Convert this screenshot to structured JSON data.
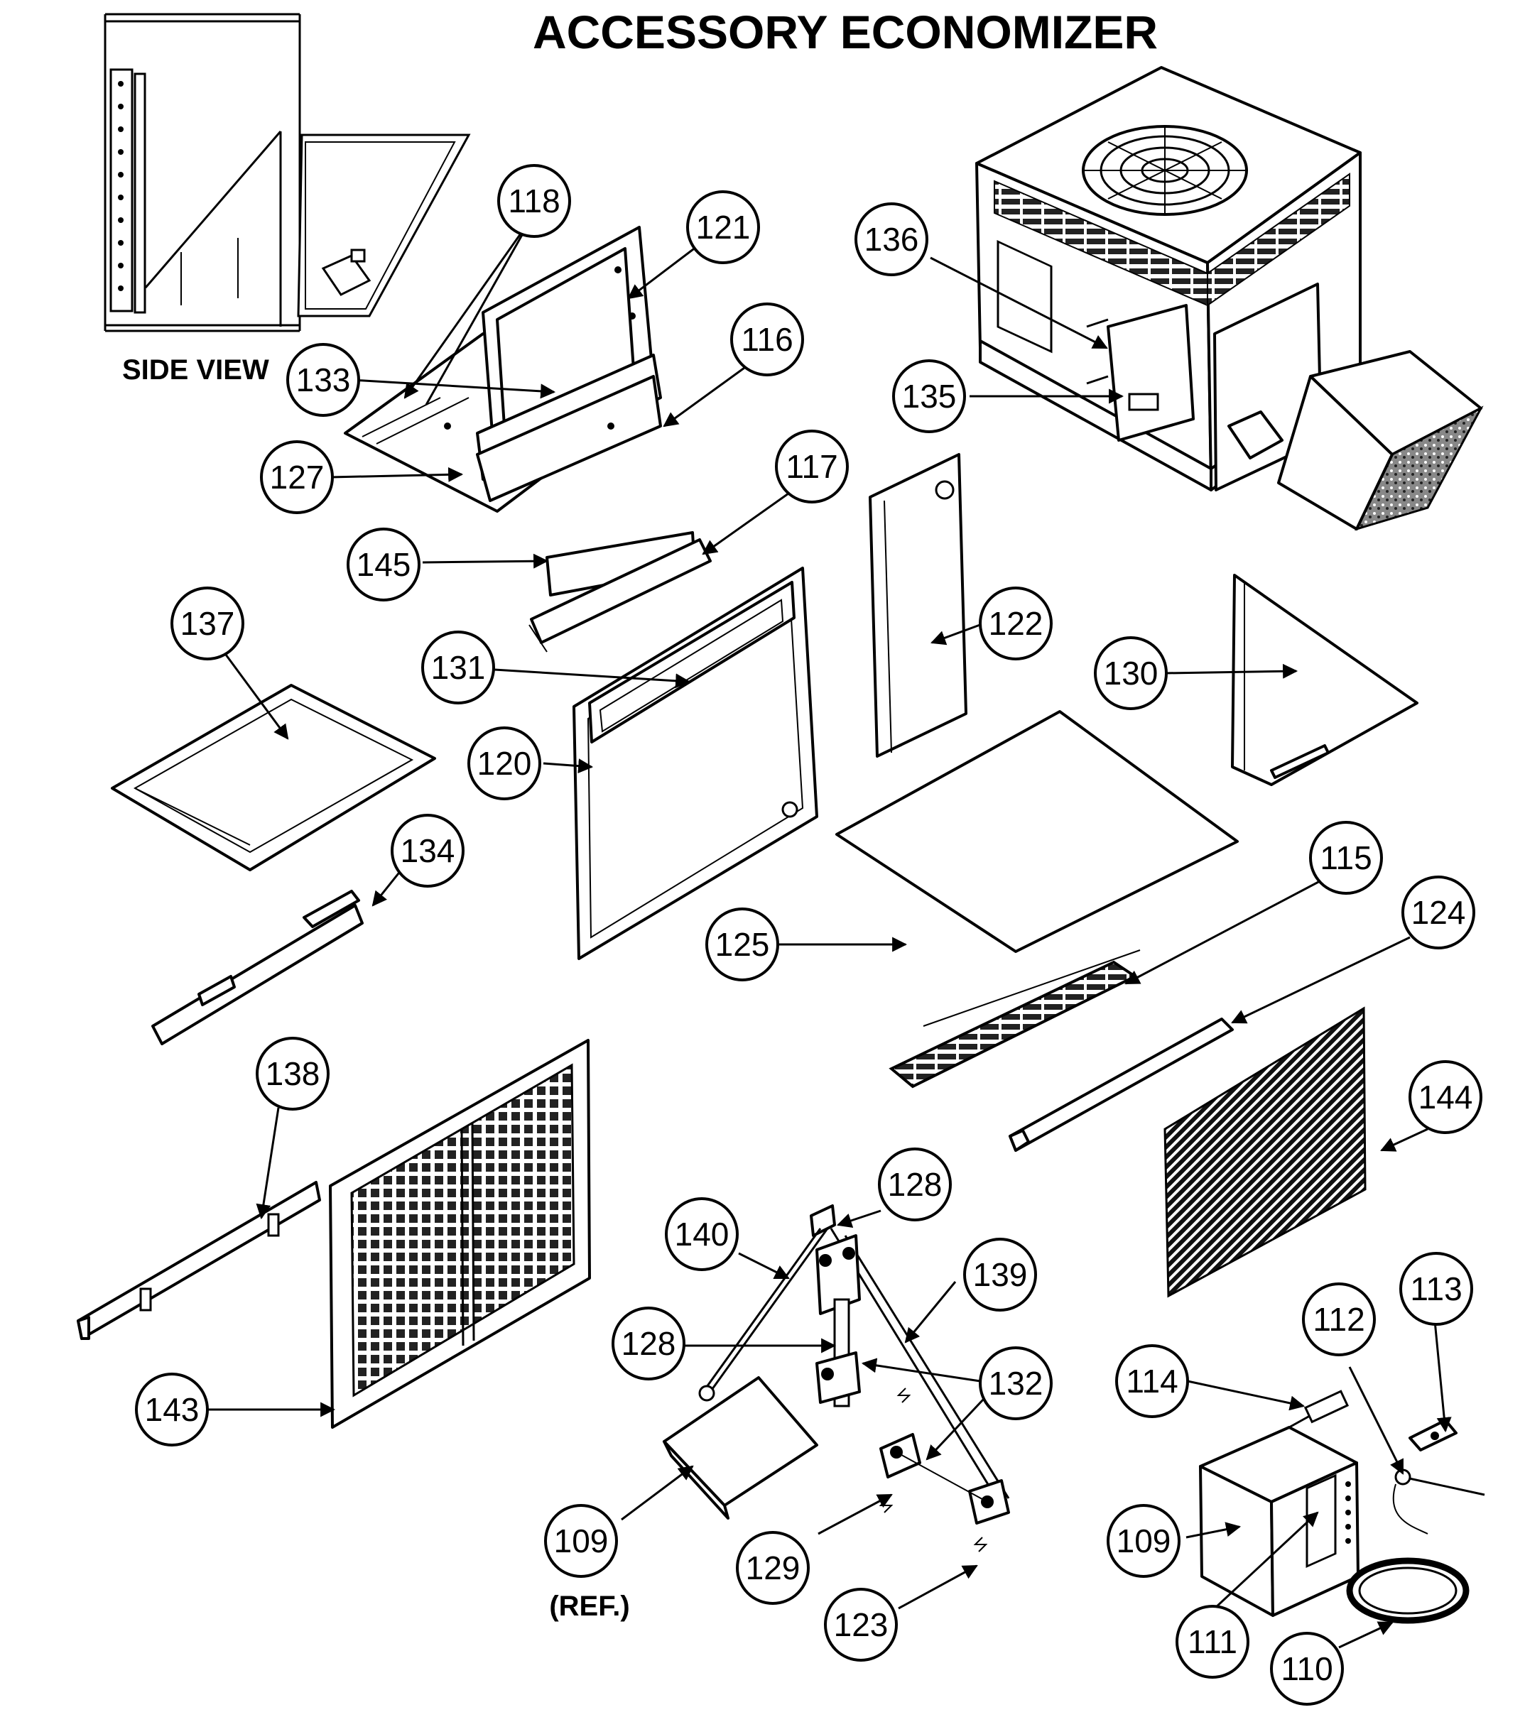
{
  "title": "ACCESSORY ECONOMIZER",
  "side_view_label": "SIDE VIEW",
  "ref_label": "(REF.)",
  "callouts": {
    "c118": "118",
    "c121": "121",
    "c116": "116",
    "c133": "133",
    "c127": "127",
    "c145": "145",
    "c117": "117",
    "c136": "136",
    "c135": "135",
    "c137": "137",
    "c131": "131",
    "c120": "120",
    "c122": "122",
    "c130": "130",
    "c134": "134",
    "c125": "125",
    "c115": "115",
    "c124": "124",
    "c138": "138",
    "c143": "143",
    "c144": "144",
    "c128a": "128",
    "c140": "140",
    "c139": "139",
    "c128b": "128",
    "c132": "132",
    "c109a": "109",
    "c129": "129",
    "c123": "123",
    "c114": "114",
    "c112": "112",
    "c113": "113",
    "c109b": "109",
    "c111": "111",
    "c110": "110"
  }
}
